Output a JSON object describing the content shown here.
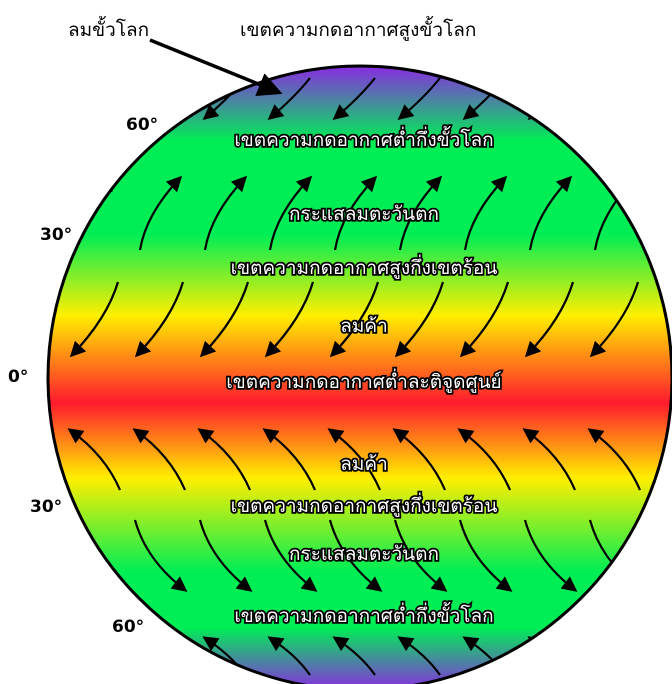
{
  "labels": {
    "polar_easterlies": "ลมขั้วโลก",
    "polar_high": "เขตความกดอากาศสูงขั้วโลก",
    "subpolar_low_north": "เขตความกดอากาศต่ำกึ่งขั้วโลก",
    "westerlies_north": "กระแสลมตะวันตก",
    "subtropical_high_north": "เขตความกดอากาศสูงกึ่งเขตร้อน",
    "trade_winds_north": "ลมค้า",
    "equatorial_low": "เขตความกดอากาศต่ำละติจูดศูนย์",
    "trade_winds_south": "ลมค้า",
    "subtropical_high_south": "เขตความกดอากาศสูงกึ่งเขตร้อน",
    "westerlies_south": "กระแสลมตะวันตก",
    "subpolar_low_south": "เขตความกดอากาศต่ำกึ่งขั้วโลก"
  },
  "latitudes": {
    "n60": "60°",
    "n30": "30°",
    "eq": "0°",
    "s30": "30°",
    "s60": "60°"
  },
  "colors": {
    "polar": "#8a2be2",
    "temperate": "#00ee55",
    "subtropical": "#ffee00",
    "equator": "#ff1a2e",
    "arrows": "#000000",
    "label_outline": "#000000"
  }
}
